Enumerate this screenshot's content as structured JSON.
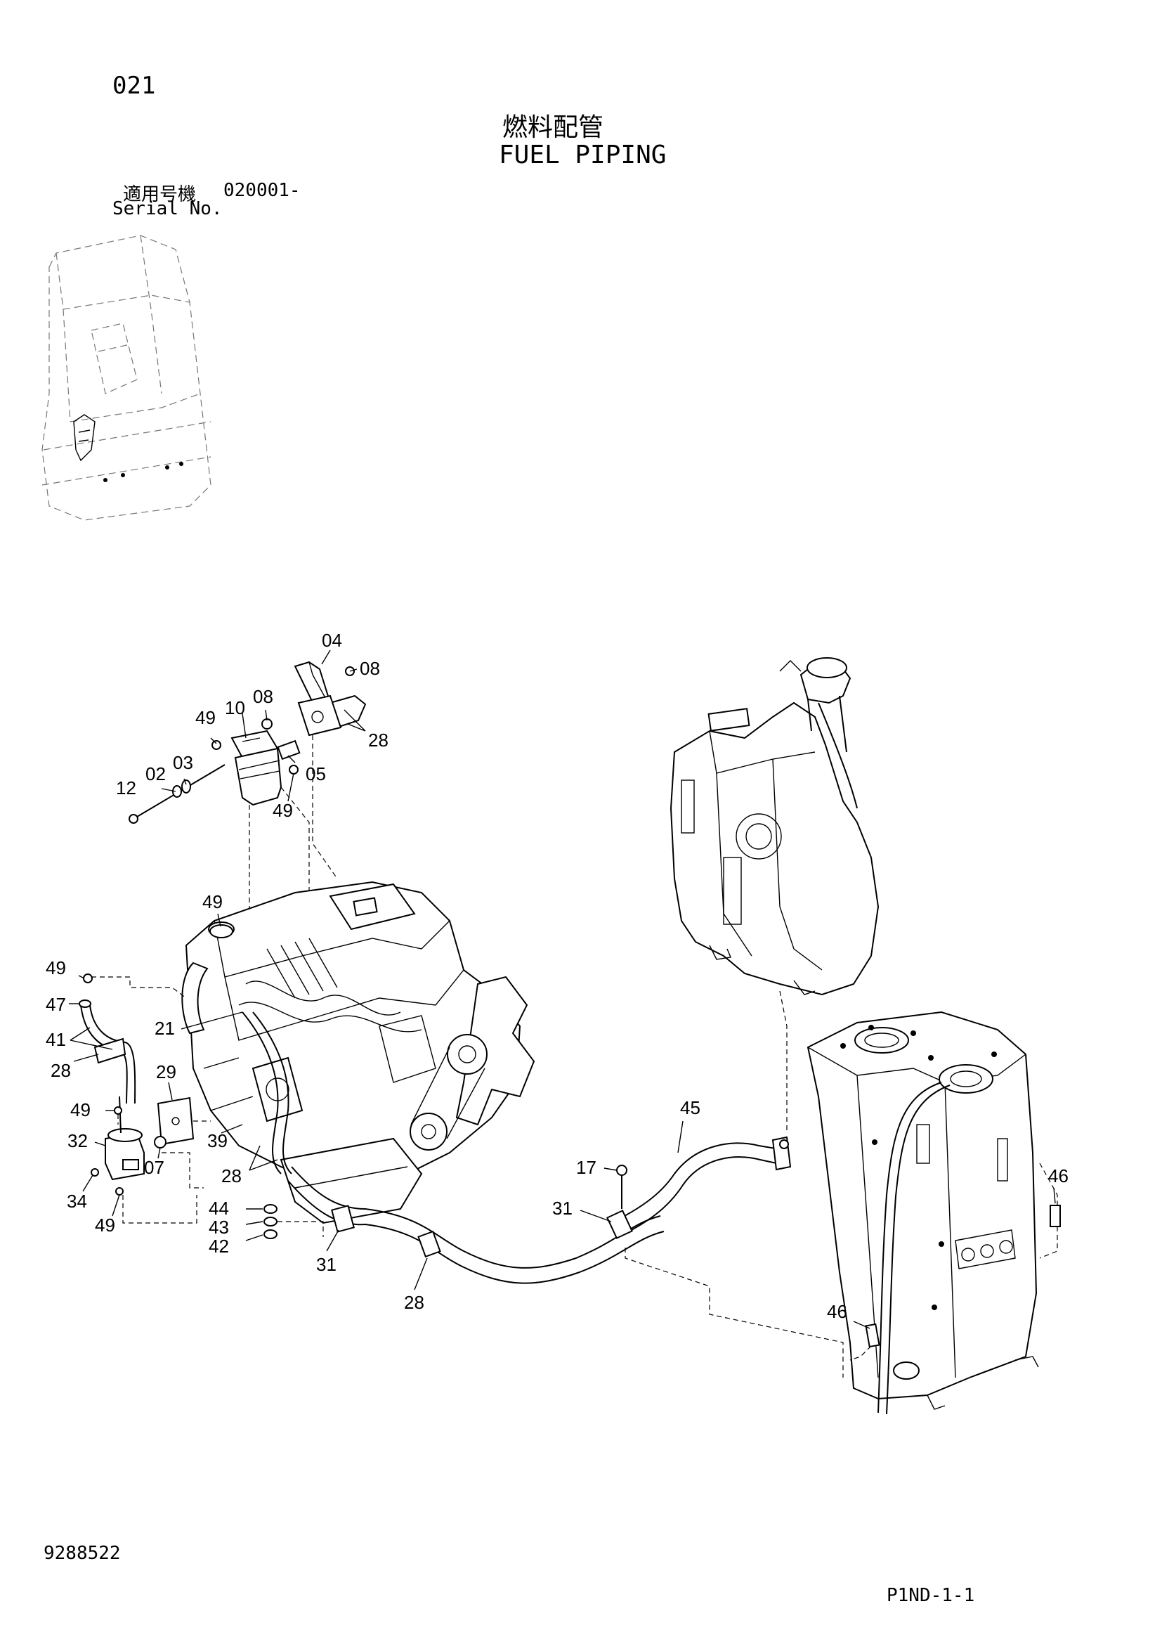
{
  "header": {
    "page_number": "021",
    "title_jp": "燃料配管",
    "title_en": "FUEL PIPING",
    "serial_label_jp": "適用号機",
    "serial_value": "020001-",
    "serial_label_en": "Serial No."
  },
  "footer": {
    "doc_number": "9288522",
    "sheet_code": "P1ND-1-1"
  },
  "callouts": {
    "c04": "04",
    "c08a": "08",
    "c08b": "08",
    "c10": "10",
    "c49a": "49",
    "c28a": "28",
    "c12": "12",
    "c02": "02",
    "c03": "03",
    "c05": "05",
    "c49b": "49",
    "c49c": "49",
    "c49d": "49",
    "c47": "47",
    "c41": "41",
    "c28b": "28",
    "c21": "21",
    "c29": "29",
    "c49e": "49",
    "c32": "32",
    "c39": "39",
    "c07": "07",
    "c28c": "28",
    "c34": "34",
    "c49f": "49",
    "c44": "44",
    "c43": "43",
    "c42": "42",
    "c31a": "31",
    "c28d": "28",
    "c17": "17",
    "c45": "45",
    "c31b": "31",
    "c46a": "46",
    "c46b": "46"
  }
}
